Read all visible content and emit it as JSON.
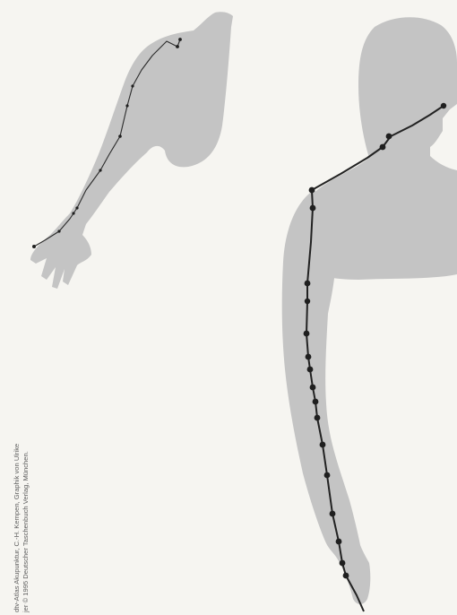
{
  "credit": {
    "line1": "dtv-Atlas Akupunktur, C.-H. Kempen, Graphik von Ulrike",
    "line2": "jer © 1995 Deutscher Taschenbuch Verlag, München."
  },
  "colors": {
    "background": "#f6f5f1",
    "silhouette": "#c4c4c4",
    "meridian_line": "#2b2b2b",
    "acupoint": "#1f1f1f"
  },
  "figures": [
    {
      "name": "arm-figure-inner-view",
      "subject": "arm",
      "acupoint_count": 10
    },
    {
      "name": "head-arm-figure-side-view",
      "subject": "head, shoulder and arm",
      "acupoint_count": 19
    }
  ]
}
